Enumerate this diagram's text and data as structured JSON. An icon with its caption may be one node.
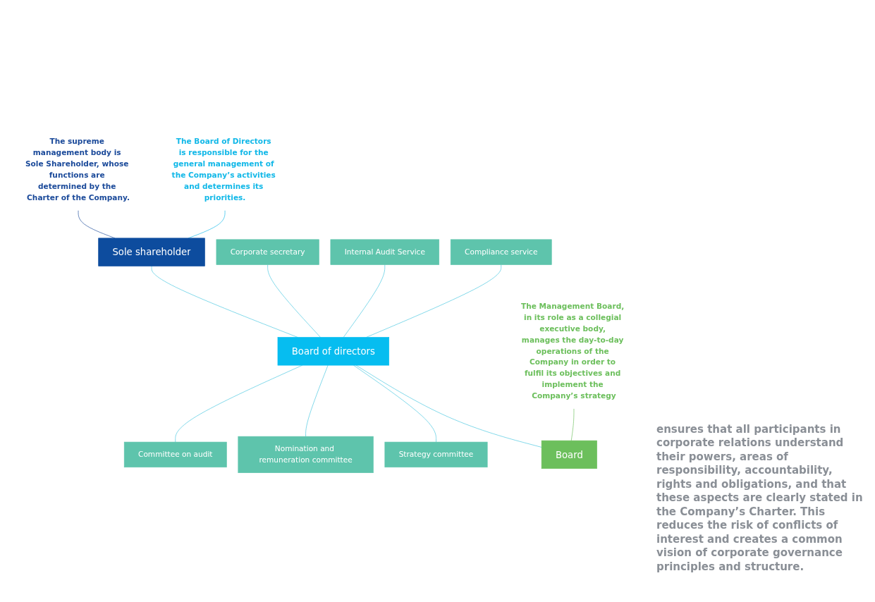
{
  "diagram": {
    "nodes": [
      {
        "text": [
          "The supreme management body is Sole Shareholder, whose functions are determined by the Charter of the Company."
        ]
      },
      {
        "text": [
          "Sole shareholder"
        ]
      },
      {
        "text": [
          "The Board of Directors is responsible for the general management of the Company’s activities and determines its priorities."
        ]
      },
      {
        "text": [
          "Corporate secretary"
        ]
      },
      {
        "text": [
          "Committee on audit"
        ]
      },
      {
        "text": [
          "Internal Audit Service"
        ]
      },
      {
        "text": [
          "Board of directors"
        ]
      },
      {
        "text": [
          "Nomination and remuneration committee"
        ]
      },
      {
        "text": [
          "Compliance service"
        ]
      },
      {
        "text": [
          "Strategy committee"
        ]
      },
      {
        "text": [
          "The Management Board, in its role as a collegial executive body, manages the day-to-day operations of the Company in order to fulfil its objectives and implement the Company’s strategy"
        ]
      },
      {
        "text": [
          "Board"
        ]
      }
    ],
    "edges": [
      {
        "from": 0,
        "to": 1,
        "arrow": "none",
        "color": "#1b4a9a"
      },
      {
        "from": 2,
        "to": 1,
        "arrow": "none",
        "color": "#12b8e8"
      },
      {
        "from": 1,
        "to": 6,
        "arrow": "none"
      },
      {
        "from": 3,
        "to": 6,
        "arrow": "none"
      },
      {
        "from": 5,
        "to": 6,
        "arrow": "none"
      },
      {
        "from": 8,
        "to": 6,
        "arrow": "none"
      },
      {
        "from": 6,
        "to": 4,
        "arrow": "none"
      },
      {
        "from": 6,
        "to": 7,
        "arrow": "none"
      },
      {
        "from": 6,
        "to": 9,
        "arrow": "none"
      },
      {
        "from": 6,
        "to": 11,
        "arrow": "none"
      },
      {
        "from": 10,
        "to": 11,
        "arrow": "none",
        "color": "#6cbf5c"
      }
    ],
    "labels": [
      "ensures that all participants in corporate relations understand their powers, areas of responsibility, accountability, rights and obligations, and that these aspects are clearly stated in the Company’s Charter. This reduces the risk of conflicts of interest and creates a common vision of corporate governance principles and structure."
    ]
  }
}
